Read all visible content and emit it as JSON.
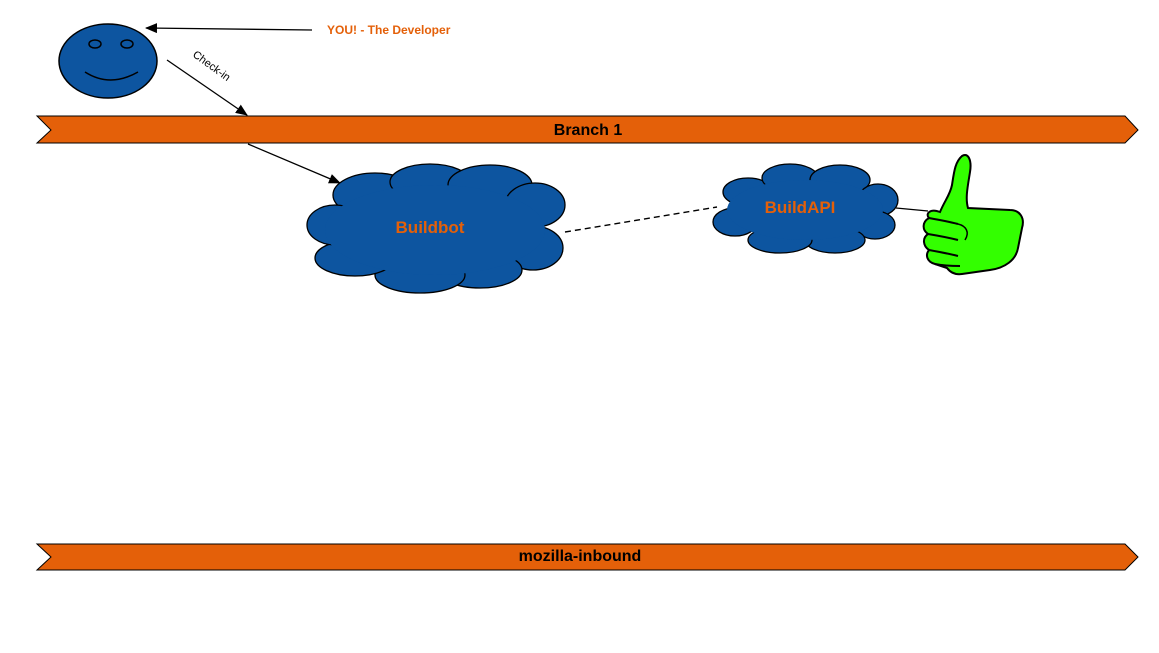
{
  "developer": {
    "label": "YOU! - The Developer"
  },
  "checkin": {
    "label": "Check-in"
  },
  "branches": {
    "branch1": "Branch 1",
    "inbound": "mozilla-inbound"
  },
  "clouds": {
    "buildbot": "Buildbot",
    "buildapi": "BuildAPI"
  },
  "colors": {
    "branch_fill": "#e46009",
    "cloud_fill": "#0d55a0",
    "accent_text": "#e46009",
    "thumb_fill": "#33ff00"
  },
  "icons": {
    "developer": "smiley-face-icon",
    "approval": "thumbs-up-icon"
  }
}
